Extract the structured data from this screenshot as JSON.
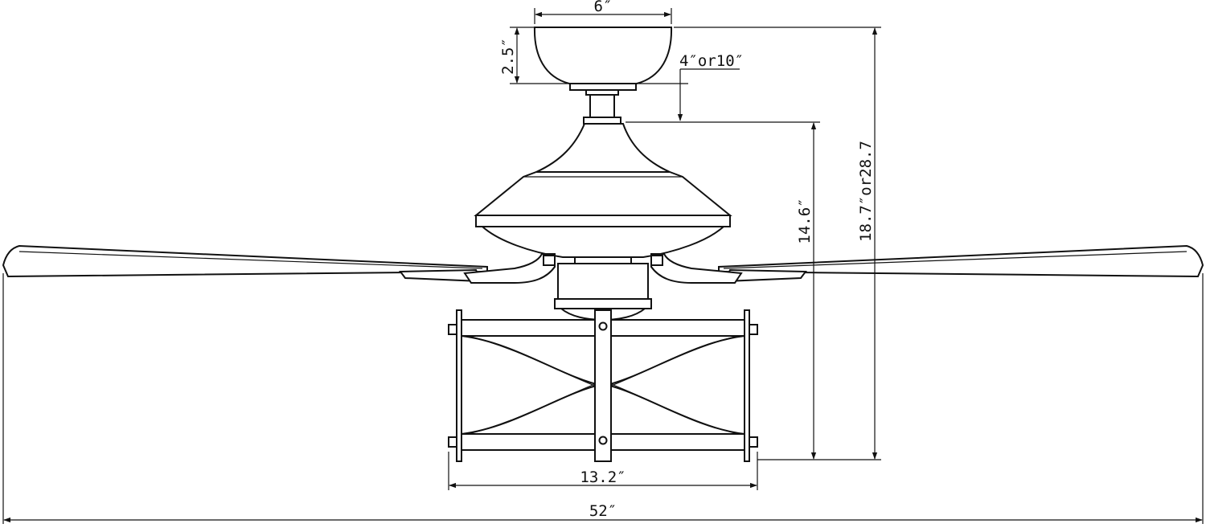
{
  "dimensions": {
    "canopy_width": "6″",
    "canopy_height": "2.5″",
    "downrod": "4″or10″",
    "body_height": "14.6″",
    "total_height": "18.7″or28.7",
    "light_kit_width": "13.2″",
    "blade_span": "52″"
  },
  "colors": {
    "line": "#111111",
    "background": "#ffffff"
  }
}
